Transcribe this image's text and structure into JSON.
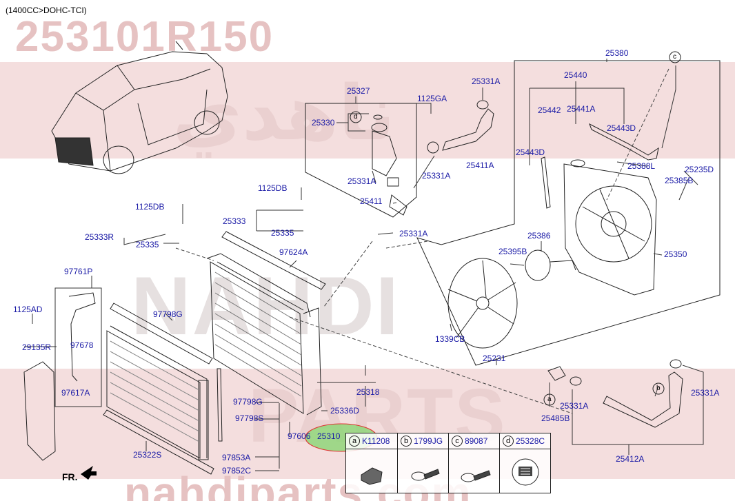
{
  "header": {
    "spec": "(1400CC>DOHC-TCI)",
    "part_number": "253101R150"
  },
  "watermarks": {
    "arabic_text": "ناهدي",
    "brand_a": "NAHDI",
    "brand_b": "PARTS",
    "site": "nahdiparts.com"
  },
  "direction": {
    "front": "FR."
  },
  "labels": {
    "l25380": "25380",
    "c_top": "c",
    "l25440": "25440",
    "l25331A_top": "25331A",
    "l25327": "25327",
    "l1125GA": "1125GA",
    "l25442": "25442",
    "l25441A": "25441A",
    "l25330": "25330",
    "d_top": "d",
    "l25443D_r": "25443D",
    "l25443D_l": "25443D",
    "l25388L": "25388L",
    "l25411A": "25411A",
    "l25235D": "25235D",
    "l25385B": "25385B",
    "l25331A_mid": "25331A",
    "l25331A_mid2": "25331A",
    "l1125DB_a": "1125DB",
    "l25411": "25411",
    "l1125DB_b": "1125DB",
    "l25333": "25333",
    "l25335_a": "25335",
    "l25331A_lo": "25331A",
    "l25333R": "25333R",
    "l25335_b": "25335",
    "l25386": "25386",
    "l97624A": "97624A",
    "l25395B": "25395B",
    "l25350": "25350",
    "l97761P": "97761P",
    "l1125AD": "1125AD",
    "l97798G_a": "97798G",
    "l97678": "97678",
    "l1339CB": "1339CB",
    "l29135R": "29135R",
    "l25231": "25231",
    "l25318": "25318",
    "l97617A": "97617A",
    "l97798G_b": "97798G",
    "a_mid": "a",
    "b_mid": "b",
    "l25331A_br": "25331A",
    "l25331A_bm": "25331A",
    "l97798S": "97798S",
    "l25336D": "25336D",
    "l25485B": "25485B",
    "l97606": "97606",
    "l25310": "25310",
    "l25322S": "25322S",
    "l97853A": "97853A",
    "l97852C": "97852C",
    "l25412A": "25412A"
  },
  "legend": [
    {
      "letter": "a",
      "code": "K11208"
    },
    {
      "letter": "b",
      "code": "1799JG"
    },
    {
      "letter": "c",
      "code": "89087"
    },
    {
      "letter": "d",
      "code": "25328C"
    }
  ],
  "colors": {
    "label": "#1a1aa6",
    "line": "#222222",
    "highlight_fill": "#8fd67a",
    "highlight_stroke": "#e03030",
    "watermark_band": "#f4dede",
    "watermark_text": "#e8c4c4"
  }
}
